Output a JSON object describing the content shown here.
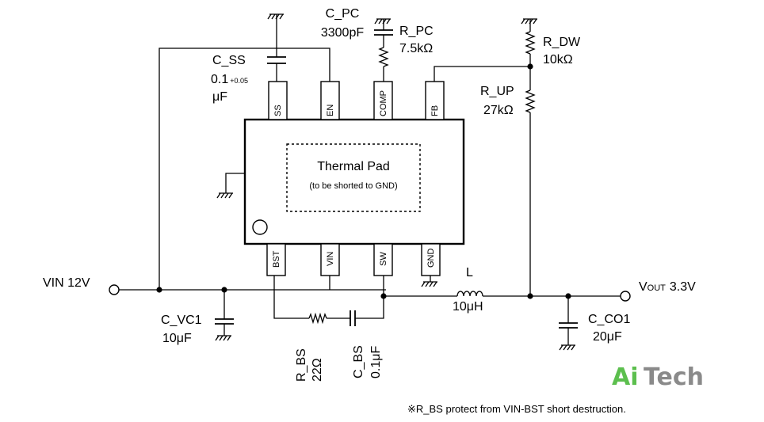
{
  "ic": {
    "pins_top": [
      "SS",
      "EN",
      "COMP",
      "FB"
    ],
    "pins_bottom": [
      "BST",
      "VIN",
      "SW",
      "GND"
    ],
    "thermal_pad_title": "Thermal Pad",
    "thermal_pad_note": "(to be shorted to GND)"
  },
  "components": {
    "c_pc": {
      "name": "C_PC",
      "value": "3300pF"
    },
    "r_pc": {
      "name": "R_PC",
      "value": "7.5kΩ"
    },
    "r_dw": {
      "name": "R_DW",
      "value": "10kΩ"
    },
    "r_up": {
      "name": "R_UP",
      "value": "27kΩ"
    },
    "c_ss": {
      "name": "C_SS",
      "value_main": "0.1",
      "value_tol": "+0.05",
      "value_unit": "μF"
    },
    "c_vc1": {
      "name": "C_VC1",
      "value": "10μF"
    },
    "l": {
      "name": "L",
      "value": "10μH"
    },
    "c_co1": {
      "name": "C_CO1",
      "value": "20μF"
    },
    "r_bs": {
      "name": "R_BS",
      "value": "22Ω"
    },
    "c_bs": {
      "name": "C_BS",
      "value": "0.1μF"
    }
  },
  "ports": {
    "vin": "VIN 12V",
    "vout_v": "V",
    "vout_sub": "OUT",
    "vout_val": "3.3V"
  },
  "footnote": "※R_BS protect from VIN-BST short destruction.",
  "logo": {
    "part1": "Ai",
    "part2": "Tech",
    "color1": "#5cbf4e",
    "color2": "#8a8a8a"
  }
}
